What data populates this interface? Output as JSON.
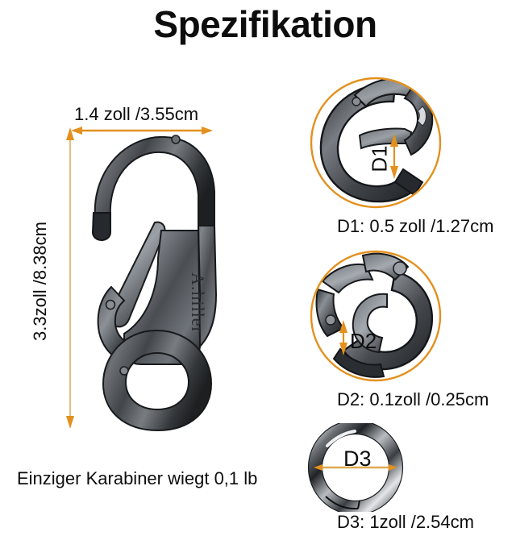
{
  "page": {
    "title": "Spezifikation",
    "background_color": "#ffffff",
    "accent_color": "#e3901e",
    "text_color": "#0d0d0d",
    "metal_color": "#55585c"
  },
  "main_product": {
    "name": "carabiner",
    "brand_engraving": "A.hiller",
    "width_label": "1.4 zoll /3.55cm",
    "height_label": "3.3zoll /8.38cm",
    "weight_note": "Einziger Karabiner wiegt 0,1 lb"
  },
  "details": [
    {
      "id": "d1",
      "marker": "D1",
      "caption": "D1: 0.5 zoll /1.27cm",
      "icon": "carabiner-gate-opening-icon"
    },
    {
      "id": "d2",
      "marker": "D2",
      "caption": "D2: 0.1zoll /0.25cm",
      "icon": "carabiner-hook-clearance-icon"
    },
    {
      "id": "d3",
      "marker": "D3",
      "caption": "D3: 1zoll /2.54cm",
      "icon": "split-ring-icon"
    }
  ]
}
